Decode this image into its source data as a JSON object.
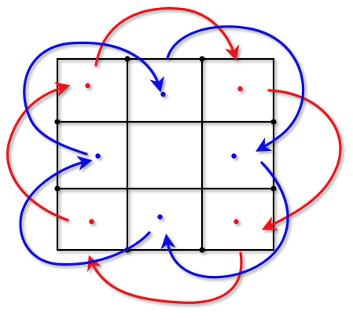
{
  "diagram": {
    "grid": {
      "rows": 3,
      "cols": 3,
      "line_color": "#000000"
    },
    "colors": {
      "red": "#e8161b",
      "blue": "#1010e0"
    },
    "cells": [
      {
        "row": 0,
        "col": 0,
        "dot": "red"
      },
      {
        "row": 0,
        "col": 1,
        "dot": "blue"
      },
      {
        "row": 0,
        "col": 2,
        "dot": "red"
      },
      {
        "row": 1,
        "col": 0,
        "dot": "blue"
      },
      {
        "row": 1,
        "col": 1,
        "dot": "none"
      },
      {
        "row": 1,
        "col": 2,
        "dot": "blue"
      },
      {
        "row": 2,
        "col": 0,
        "dot": "red"
      },
      {
        "row": 2,
        "col": 1,
        "dot": "blue"
      },
      {
        "row": 2,
        "col": 2,
        "dot": "red"
      }
    ],
    "arrows": [
      {
        "color": "red",
        "from_cell": [
          0,
          0
        ],
        "to_cell": [
          0,
          2
        ],
        "side": "top"
      },
      {
        "color": "red",
        "from_cell": [
          0,
          2
        ],
        "to_cell": [
          2,
          2
        ],
        "side": "right"
      },
      {
        "color": "red",
        "from_cell": [
          2,
          2
        ],
        "to_cell": [
          2,
          0
        ],
        "side": "bottom"
      },
      {
        "color": "red",
        "from_cell": [
          2,
          0
        ],
        "to_cell": [
          0,
          0
        ],
        "side": "left"
      },
      {
        "color": "blue",
        "from_cell": [
          1,
          0
        ],
        "to_cell": [
          0,
          1
        ],
        "side": "top-left"
      },
      {
        "color": "blue",
        "from_cell": [
          0,
          1
        ],
        "to_cell": [
          1,
          2
        ],
        "side": "top-right"
      },
      {
        "color": "blue",
        "from_cell": [
          1,
          2
        ],
        "to_cell": [
          2,
          1
        ],
        "side": "bottom-right"
      },
      {
        "color": "blue",
        "from_cell": [
          2,
          1
        ],
        "to_cell": [
          1,
          0
        ],
        "side": "bottom-left"
      }
    ]
  }
}
